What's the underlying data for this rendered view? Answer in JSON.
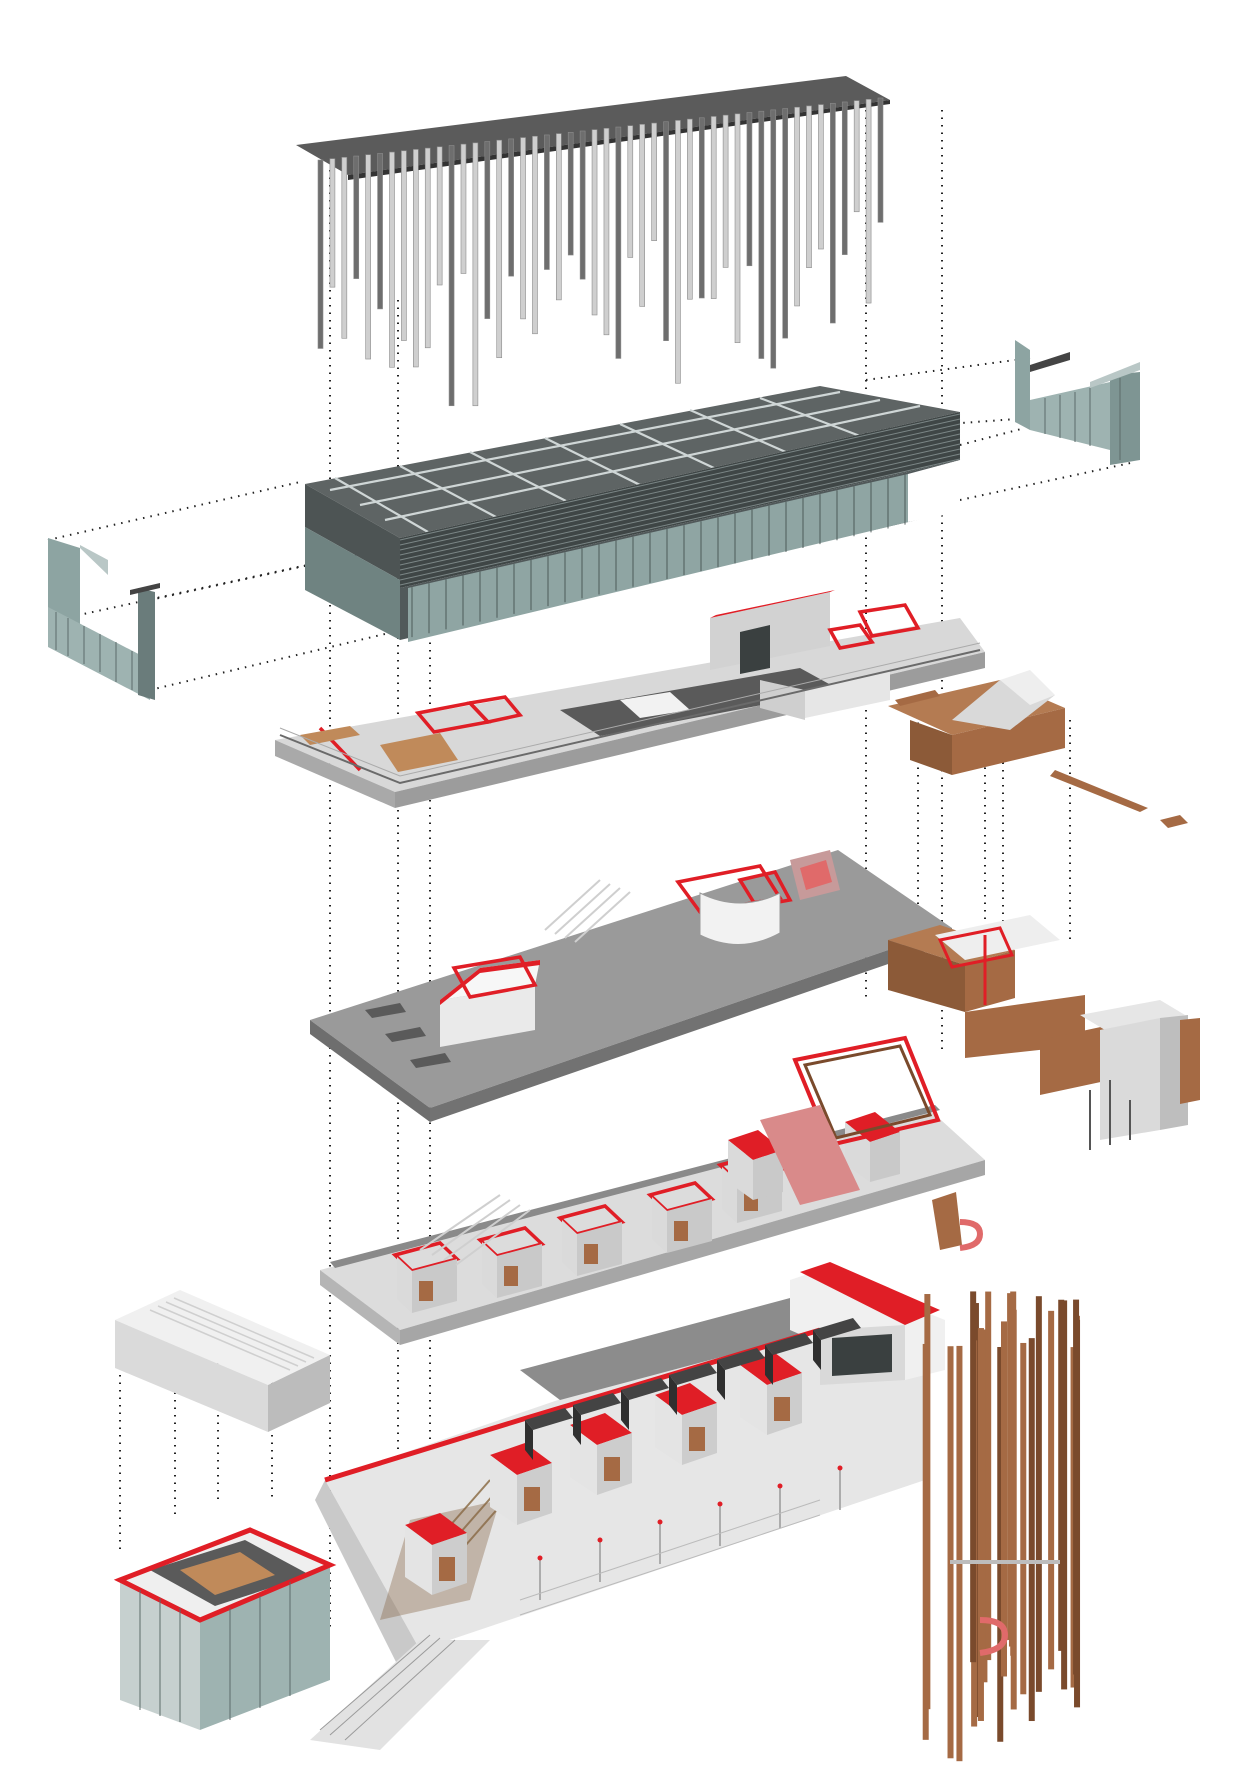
{
  "diagram": {
    "kind": "exploded axonometric building diagram",
    "colors": {
      "background": "#ffffff",
      "roof": "#5b5b5b",
      "hanging_rods": "#bdbdbd",
      "facade_dark": "#4d5454",
      "facade_glass": "#8fa5a3",
      "slab_light": "#e3e3e3",
      "slab_mid": "#bcbcbc",
      "slab_dark": "#8a8a8a",
      "box_wall": "#dadada",
      "box_top": "#f4f4f4",
      "accent_red": "#e01e26",
      "timber": "#a56a44",
      "timber_dark": "#7a4a2c",
      "guide_dots": "#222222"
    },
    "layers": [
      "roof-canopy",
      "hanging-rod-ceiling",
      "facade-envelope",
      "end-walls-west",
      "end-walls-east",
      "upper-floor-plate",
      "timber-annex-top",
      "third-floor-plate",
      "timber-annex-mid",
      "second-floor-plate",
      "first-floor-plate",
      "ground-floor-plate",
      "entrance-pavilion",
      "timber-column-tower"
    ]
  }
}
